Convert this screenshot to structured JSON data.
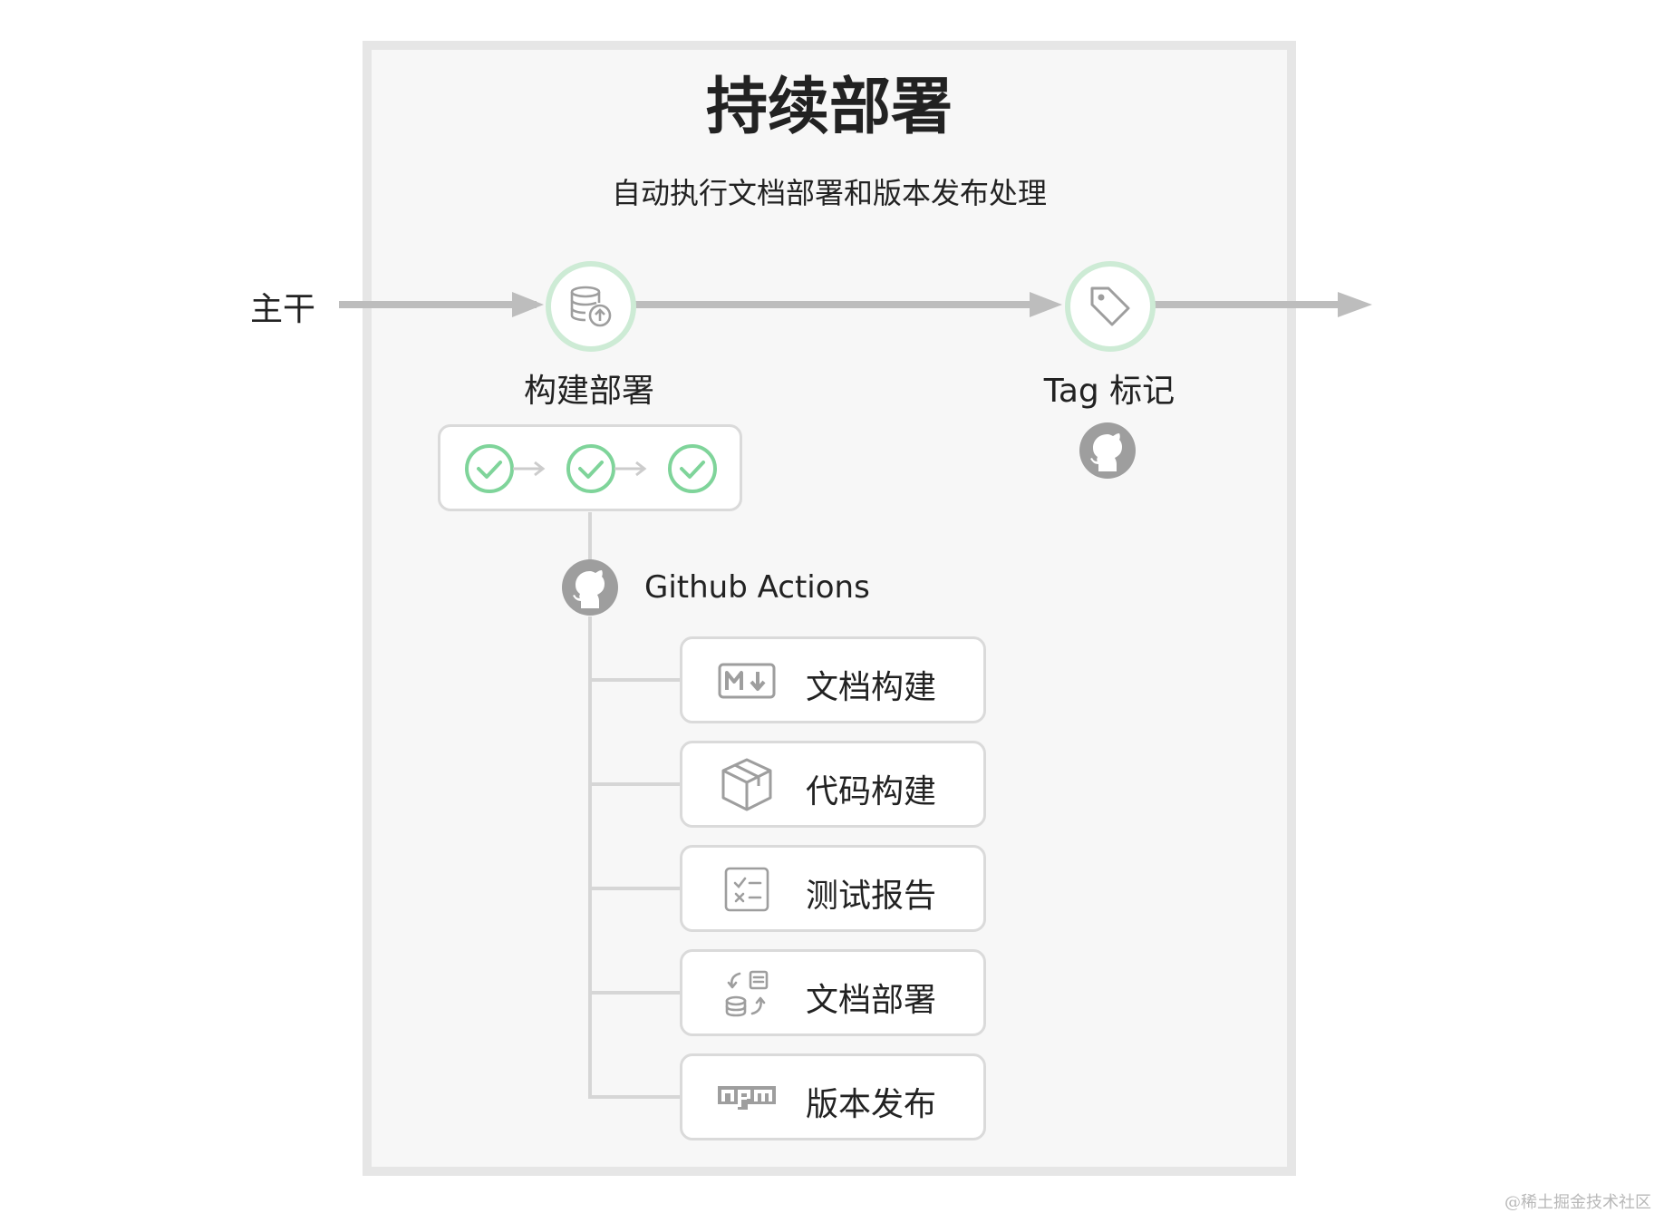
{
  "diagram": {
    "title": "持续部署",
    "subtitle": "自动执行文档部署和版本发布处理",
    "mainline_label": "主干",
    "stages": [
      {
        "label": "构建部署",
        "icon": "database-upload-icon"
      },
      {
        "label": "Tag 标记",
        "icon": "tag-icon"
      }
    ],
    "build_steps": {
      "count": 3,
      "status": "success",
      "icon": "check-circle-icon"
    },
    "github_actions_label": "Github Actions",
    "jobs": [
      {
        "label": "文档构建",
        "icon": "markdown-icon"
      },
      {
        "label": "代码构建",
        "icon": "package-icon"
      },
      {
        "label": "测试报告",
        "icon": "checklist-icon"
      },
      {
        "label": "文档部署",
        "icon": "sync-database-icon"
      },
      {
        "label": "版本发布",
        "icon": "npm-icon"
      }
    ]
  },
  "watermark": "@稀土掘金技术社区",
  "colors": {
    "arrow": "#bdbdbd",
    "node_ring": "#cdebd5",
    "check_green": "#7fd49a",
    "icon_gray": "#9e9e9e",
    "panel_bg": "#f7f7f7",
    "panel_border": "#e6e6e6"
  }
}
